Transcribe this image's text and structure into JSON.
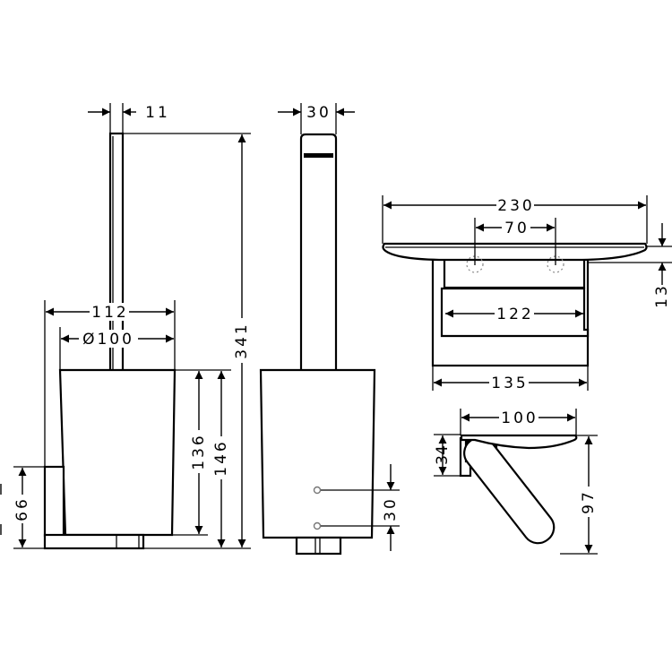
{
  "title": "Toilet brush holder and paper holder dimension drawing",
  "colors": {
    "line": "#000000",
    "background": "#ffffff",
    "hole": "#777777"
  },
  "dimensions": {
    "brush_handle_width": "11",
    "brush_total_height": "341",
    "brush_bracket_width": "112",
    "brush_cup_diameter": "Ø100",
    "brush_cup_height": "136",
    "brush_cup_total_height": "146",
    "brush_bracket_height": "66",
    "brush_handle_depth": "30",
    "brush_hole_spacing": "30",
    "paper_shelf_width": "230",
    "paper_hole_spacing": "70",
    "paper_roll_width": "122",
    "paper_holder_width": "135",
    "paper_shelf_thickness": "13",
    "paper_side_depth": "100",
    "paper_bracket_height": "34",
    "paper_side_height": "97"
  }
}
